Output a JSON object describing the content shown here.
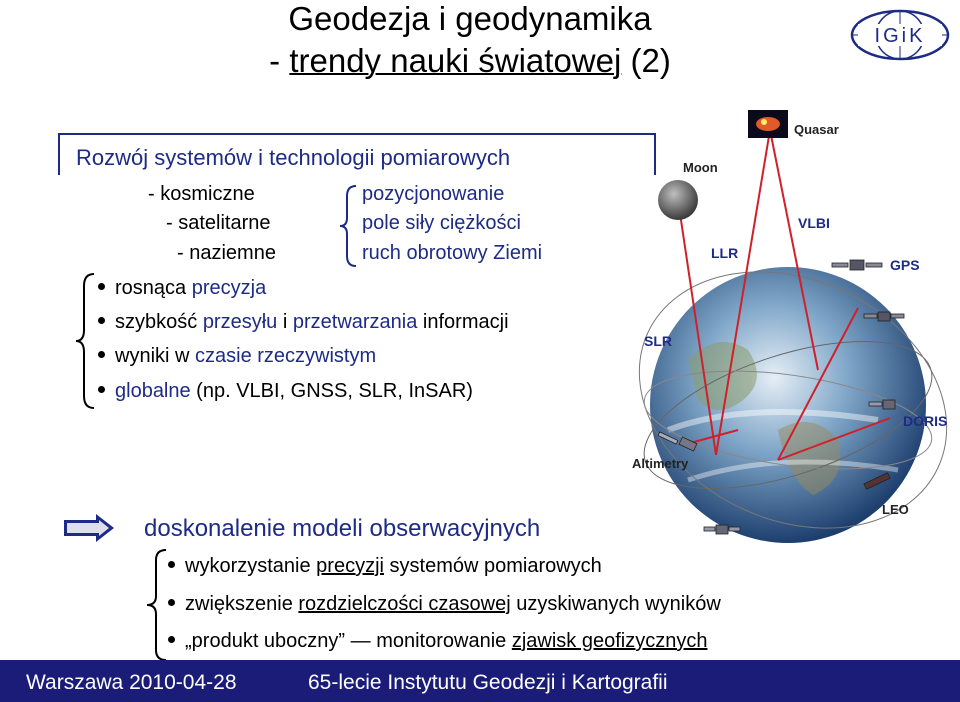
{
  "header": {
    "title_line1": "Geodezja i geodynamika",
    "title_line2_prefix": "- ",
    "title_line2_underlined": "trendy nauki światowej",
    "title_line2_suffix": " (2)",
    "logo_text": "IGiK"
  },
  "systems": {
    "heading": "Rozwój systemów i technologii pomiarowych",
    "types": [
      "- kosmiczne",
      "- satelitarne",
      "- naziemne"
    ],
    "applications": [
      "pozycjonowanie",
      "pole siły ciężkości",
      "ruch obrotowy Ziemi"
    ]
  },
  "bullets": [
    {
      "dark": "rosnąca ",
      "blue": "precyzja"
    },
    {
      "dark": "szybkość ",
      "blue": "przesyłu",
      "dark2": " i ",
      "blue2": "przetwarzania",
      "dark3": " informacji"
    },
    {
      "dark": "wyniki w ",
      "blue": "czasie rzeczywistym"
    },
    {
      "blue": "globalne",
      "dark": " (np. VLBI, GNSS, SLR, InSAR)"
    }
  ],
  "improvement": {
    "heading": "doskonalenie modeli obserwacyjnych",
    "items": [
      {
        "pre": "wykorzystanie ",
        "ul": "precyzji",
        "post": " systemów pomiarowych"
      },
      {
        "pre": "zwiększenie ",
        "ul": "rozdzielczości czasowej",
        "post": " uzyskiwanych wyników"
      },
      {
        "pre": "„produkt uboczny”  —  monitorowanie ",
        "ul": "zjawisk geofizycznych",
        "post": ""
      }
    ]
  },
  "figure": {
    "labels": {
      "quasar": "Quasar",
      "moon": "Moon",
      "vlbi": "VLBI",
      "llr": "LLR",
      "gps": "GPS",
      "slr": "SLR",
      "doris": "DORIS",
      "altimetry": "Altimetry",
      "leo": "LEO"
    }
  },
  "footer": {
    "left": "Warszawa 2010-04-28",
    "right": "65-lecie Instytutu Geodezji i Kartografii"
  },
  "colors": {
    "accent_blue": "#1e2b86",
    "footer_bg": "#1a1c78",
    "line_red": "#d0202a"
  }
}
